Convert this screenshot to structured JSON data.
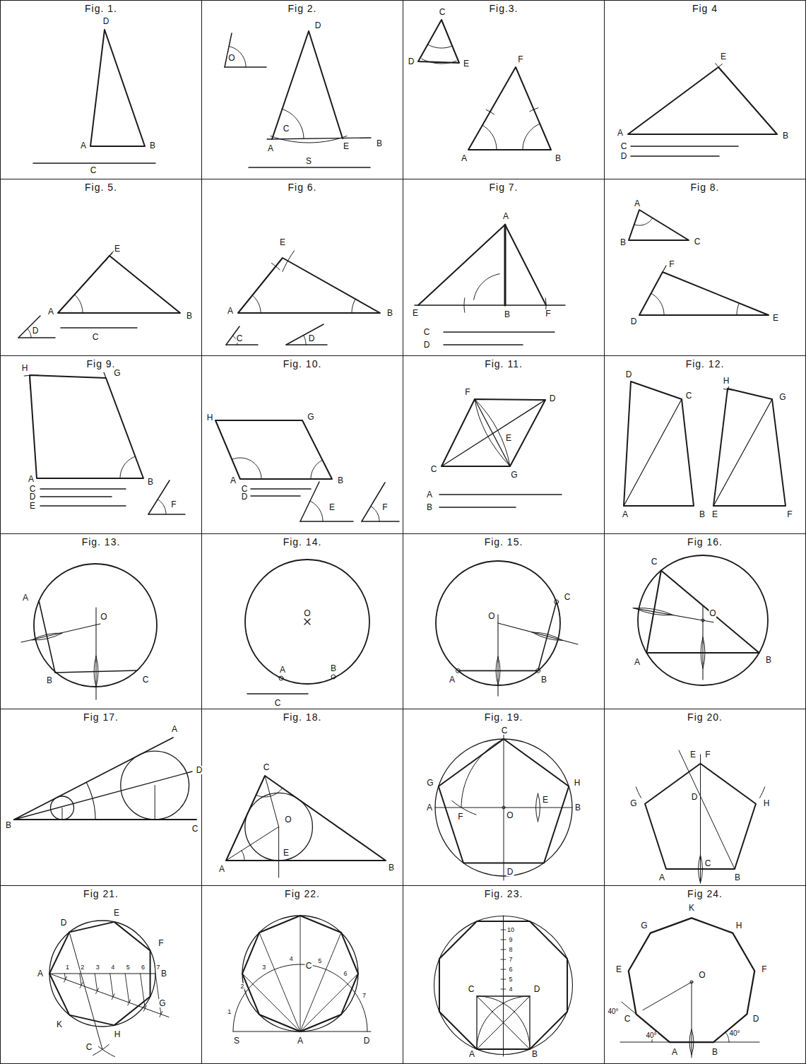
{
  "diagram": {
    "nodes": [
      {
        "text": [
          "Fig. 1."
        ]
      },
      {
        "text": [
          "Fig 2."
        ]
      },
      {
        "text": [
          "Fig.3."
        ]
      },
      {
        "text": [
          "Fig 4"
        ]
      },
      {
        "text": [
          "Fig. 5."
        ]
      },
      {
        "text": [
          "Fig 6."
        ]
      },
      {
        "text": [
          "Fig 7."
        ]
      },
      {
        "text": [
          "Fig 8."
        ]
      },
      {
        "text": [
          "Fig 9."
        ]
      },
      {
        "text": [
          "Fig. 10."
        ]
      },
      {
        "text": [
          "Fig. 11."
        ]
      },
      {
        "text": [
          "Fig. 12."
        ]
      },
      {
        "text": [
          "Fig. 13."
        ]
      },
      {
        "text": [
          "Fig. 14."
        ]
      },
      {
        "text": [
          "Fig. 15."
        ]
      },
      {
        "text": [
          "Fig 16."
        ]
      },
      {
        "text": [
          "Fig 17."
        ]
      },
      {
        "text": [
          "Fig. 18."
        ]
      },
      {
        "text": [
          "Fig. 19."
        ]
      },
      {
        "text": [
          "Fig 20."
        ]
      },
      {
        "text": [
          "Fig 21."
        ]
      },
      {
        "text": [
          "Fig 22."
        ]
      },
      {
        "text": [
          "Fig. 23."
        ]
      },
      {
        "text": [
          "Fig 24."
        ]
      }
    ],
    "labels": [
      "D",
      "A",
      "B",
      "C",
      "O",
      "D",
      "C",
      "A",
      "E",
      "B",
      "S",
      "C",
      "D",
      "E",
      "F",
      "A",
      "B",
      "E",
      "A",
      "B",
      "C",
      "D",
      "E",
      "A",
      "B",
      "D",
      "C",
      "E",
      "A",
      "B",
      "C",
      "D",
      "A",
      "E",
      "B",
      "F",
      "C",
      "D",
      "A",
      "B",
      "C",
      "F",
      "D",
      "E",
      "H",
      "G",
      "A",
      "B",
      "C",
      "D",
      "E",
      "F",
      "H",
      "G",
      "A",
      "B",
      "C",
      "D",
      "E",
      "F",
      "F",
      "D",
      "E",
      "C",
      "G",
      "A",
      "B",
      "D",
      "C",
      "A",
      "B",
      "H",
      "G",
      "E",
      "F",
      "A",
      "B",
      "C",
      "O",
      "O",
      "A",
      "B",
      "C",
      "O",
      "C",
      "A",
      "B",
      "C",
      "O",
      "A",
      "B",
      "A",
      "D",
      "B",
      "C",
      "C",
      "O",
      "E",
      "A",
      "B",
      "C",
      "G",
      "H",
      "A",
      "B",
      "F",
      "O",
      "E",
      "D",
      "E",
      "F",
      "G",
      "H",
      "D",
      "C",
      "A",
      "B",
      "D",
      "E",
      "F",
      "A",
      "B",
      "G",
      "K",
      "H",
      "C",
      "1",
      "2",
      "3",
      "4",
      "5",
      "6",
      "7",
      "S",
      "A",
      "D",
      "C",
      "1",
      "2",
      "3",
      "4",
      "5",
      "6",
      "7",
      "C",
      "D",
      "A",
      "B",
      "4",
      "5",
      "6",
      "7",
      "8",
      "9",
      "10",
      "G",
      "K",
      "H",
      "E",
      "F",
      "C",
      "D",
      "A",
      "B",
      "O",
      "40°",
      "40°",
      "40°"
    ]
  }
}
